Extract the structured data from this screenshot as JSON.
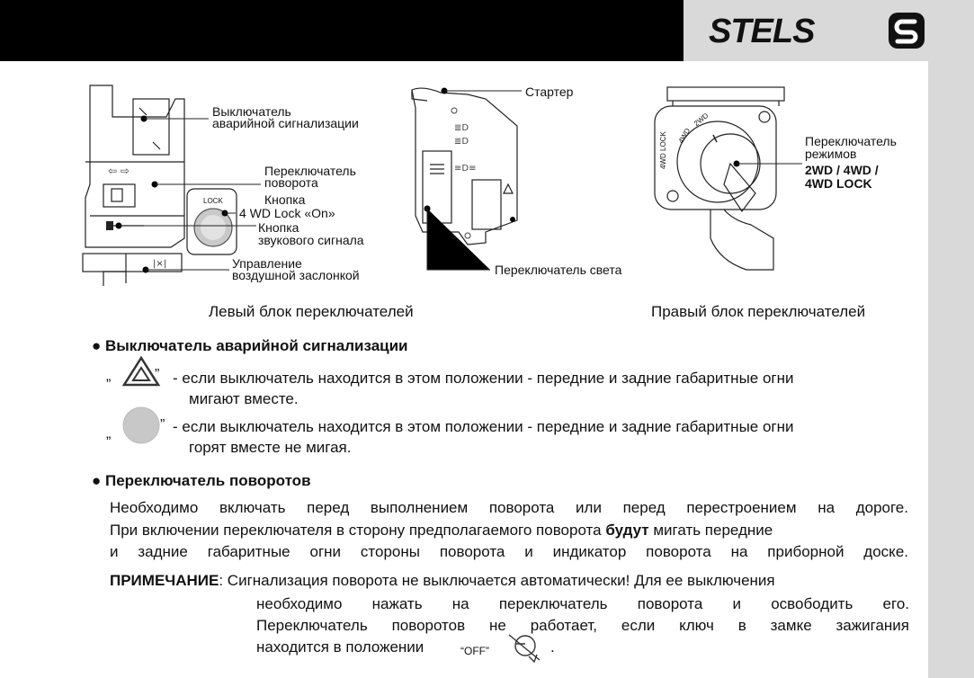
{
  "header": {
    "brand": "STELS"
  },
  "left_unit": {
    "labels": {
      "hazard_1": "Выключатель",
      "hazard_2": "аварийной сигнализации",
      "turn_1": "Переключатель",
      "turn_2": "поворота",
      "lock_btn_1": "Кнопка",
      "lock_btn_2": "4 WD Lock «On»",
      "horn_1": "Кнопка",
      "horn_2": "звукового сигнала",
      "choke_1": "Управление",
      "choke_2": "воздушной заслонкой",
      "lock_text": "LOCK"
    },
    "caption": "Левый блок  переключателей"
  },
  "middle_unit": {
    "labels": {
      "starter": "Стартер",
      "light_switch": "Переключатель света"
    }
  },
  "right_unit": {
    "labels": {
      "mode_1": "Переключатель",
      "mode_2": "режимов",
      "mode_3": "2WD / 4WD /",
      "mode_4": "4WD LOCK",
      "dial_2wd": "2WD",
      "dial_4wd": "4WD",
      "dial_lock_1": "4WD",
      "dial_lock_2": "LOCK"
    },
    "caption": "Правый блок  переключателей"
  },
  "hazard_section": {
    "heading": "Выключатель аварийной сигнализации",
    "item1_line1": "-  если выключатель находится в этом положении - передние и задние габаритные огни",
    "item1_line2": "мигают вместе.",
    "item2_line1": "-  если выключатель находится в этом положении - передние и задние габаритные огни",
    "item2_line2": "горят вместе не мигая."
  },
  "turn_section": {
    "heading": "Переключатель поворотов",
    "line1": "Необходимо включать перед выполнением поворота или перед перестроением на дороге.",
    "line2_a": "При  включении переключателя в сторону предполагаемого  поворота ",
    "line2_b": "будут",
    "line2_c": " мигать передние",
    "line3": "и задние габаритные огни стороны поворота и индикатор поворота на приборной доске."
  },
  "note": {
    "label": "ПРИМЕЧАНИЕ",
    "line1": ":  Сигнализация поворота не выключается автоматически!   Для ее выключения",
    "line2": "необходимо нажать на переключатель поворота и освободить его.",
    "line3": "Переключатель поворотов не работает, если ключ в замке зажигания",
    "line4": "находится в положении",
    "off_text": "“OFF”",
    "line4_end": "."
  }
}
